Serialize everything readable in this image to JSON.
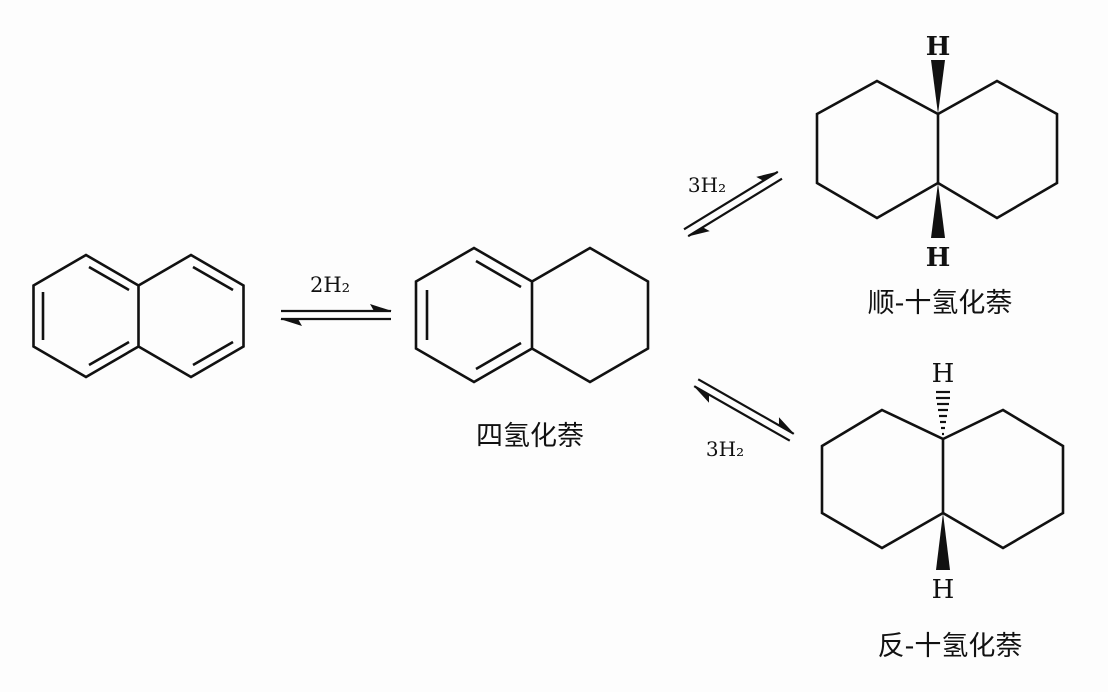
{
  "diagram": {
    "type": "reaction-scheme",
    "compounds": [
      {
        "id": "naphthalene",
        "label": ""
      },
      {
        "id": "tetralin",
        "label": "四氢化萘"
      },
      {
        "id": "cis-decalin",
        "label": "顺-十氢化萘"
      },
      {
        "id": "trans-decalin",
        "label": "反-十氢化萘"
      }
    ],
    "reactions": [
      {
        "from": "naphthalene",
        "to": "tetralin",
        "reagent": "2H₂",
        "type": "equilibrium"
      },
      {
        "from": "tetralin",
        "to": "cis-decalin",
        "reagent": "3H₂",
        "type": "equilibrium"
      },
      {
        "from": "tetralin",
        "to": "trans-decalin",
        "reagent": "3H₂",
        "type": "equilibrium"
      }
    ],
    "atom_label": "H",
    "colors": {
      "ink": "#111111",
      "background": "#fdfdfd"
    }
  }
}
